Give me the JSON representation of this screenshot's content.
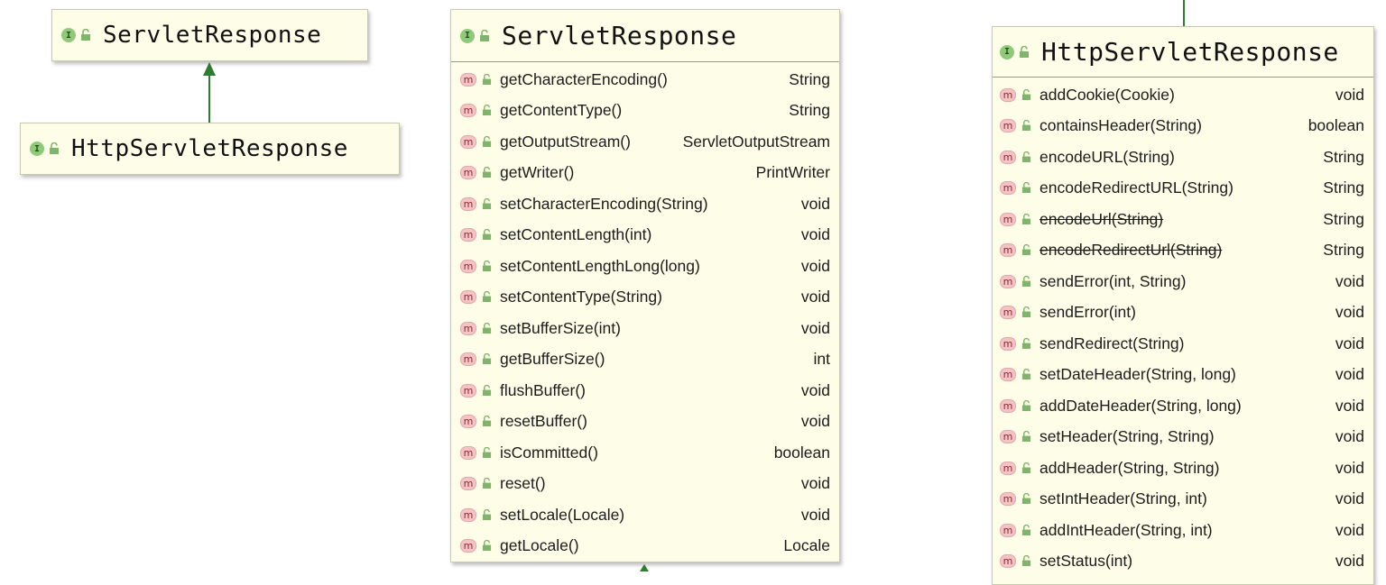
{
  "small_diagram": {
    "parent": {
      "name": "ServletResponse"
    },
    "child": {
      "name": "HttpServletResponse"
    }
  },
  "servlet_response": {
    "name": "ServletResponse",
    "methods": [
      {
        "name": "getCharacterEncoding()",
        "type": "String",
        "deprecated": false
      },
      {
        "name": "getContentType()",
        "type": "String",
        "deprecated": false
      },
      {
        "name": "getOutputStream()",
        "type": "ServletOutputStream",
        "deprecated": false
      },
      {
        "name": "getWriter()",
        "type": "PrintWriter",
        "deprecated": false
      },
      {
        "name": "setCharacterEncoding(String)",
        "type": "void",
        "deprecated": false
      },
      {
        "name": "setContentLength(int)",
        "type": "void",
        "deprecated": false
      },
      {
        "name": "setContentLengthLong(long)",
        "type": "void",
        "deprecated": false
      },
      {
        "name": "setContentType(String)",
        "type": "void",
        "deprecated": false
      },
      {
        "name": "setBufferSize(int)",
        "type": "void",
        "deprecated": false
      },
      {
        "name": "getBufferSize()",
        "type": "int",
        "deprecated": false
      },
      {
        "name": "flushBuffer()",
        "type": "void",
        "deprecated": false
      },
      {
        "name": "resetBuffer()",
        "type": "void",
        "deprecated": false
      },
      {
        "name": "isCommitted()",
        "type": "boolean",
        "deprecated": false
      },
      {
        "name": "reset()",
        "type": "void",
        "deprecated": false
      },
      {
        "name": "setLocale(Locale)",
        "type": "void",
        "deprecated": false
      },
      {
        "name": "getLocale()",
        "type": "Locale",
        "deprecated": false
      }
    ]
  },
  "http_servlet_response": {
    "name": "HttpServletResponse",
    "methods": [
      {
        "name": "addCookie(Cookie)",
        "type": "void",
        "deprecated": false
      },
      {
        "name": "containsHeader(String)",
        "type": "boolean",
        "deprecated": false
      },
      {
        "name": "encodeURL(String)",
        "type": "String",
        "deprecated": false
      },
      {
        "name": "encodeRedirectURL(String)",
        "type": "String",
        "deprecated": false
      },
      {
        "name": "encodeUrl(String)",
        "type": "String",
        "deprecated": true
      },
      {
        "name": "encodeRedirectUrl(String)",
        "type": "String",
        "deprecated": true
      },
      {
        "name": "sendError(int, String)",
        "type": "void",
        "deprecated": false
      },
      {
        "name": "sendError(int)",
        "type": "void",
        "deprecated": false
      },
      {
        "name": "sendRedirect(String)",
        "type": "void",
        "deprecated": false
      },
      {
        "name": "setDateHeader(String, long)",
        "type": "void",
        "deprecated": false
      },
      {
        "name": "addDateHeader(String, long)",
        "type": "void",
        "deprecated": false
      },
      {
        "name": "setHeader(String, String)",
        "type": "void",
        "deprecated": false
      },
      {
        "name": "addHeader(String, String)",
        "type": "void",
        "deprecated": false
      },
      {
        "name": "setIntHeader(String, int)",
        "type": "void",
        "deprecated": false
      },
      {
        "name": "addIntHeader(String, int)",
        "type": "void",
        "deprecated": false
      },
      {
        "name": "setStatus(int)",
        "type": "void",
        "deprecated": false
      }
    ]
  },
  "badges": {
    "interface": "I",
    "method": "m"
  },
  "icons": {
    "interface_badge": "interface-icon",
    "method_badge": "method-icon",
    "visibility": "public-lock-icon"
  },
  "colors": {
    "box_fill": "#fdfde8",
    "arrow": "#2f7d2f",
    "interface_badge": "#8fca7a",
    "method_badge": "#f3c3c6"
  }
}
